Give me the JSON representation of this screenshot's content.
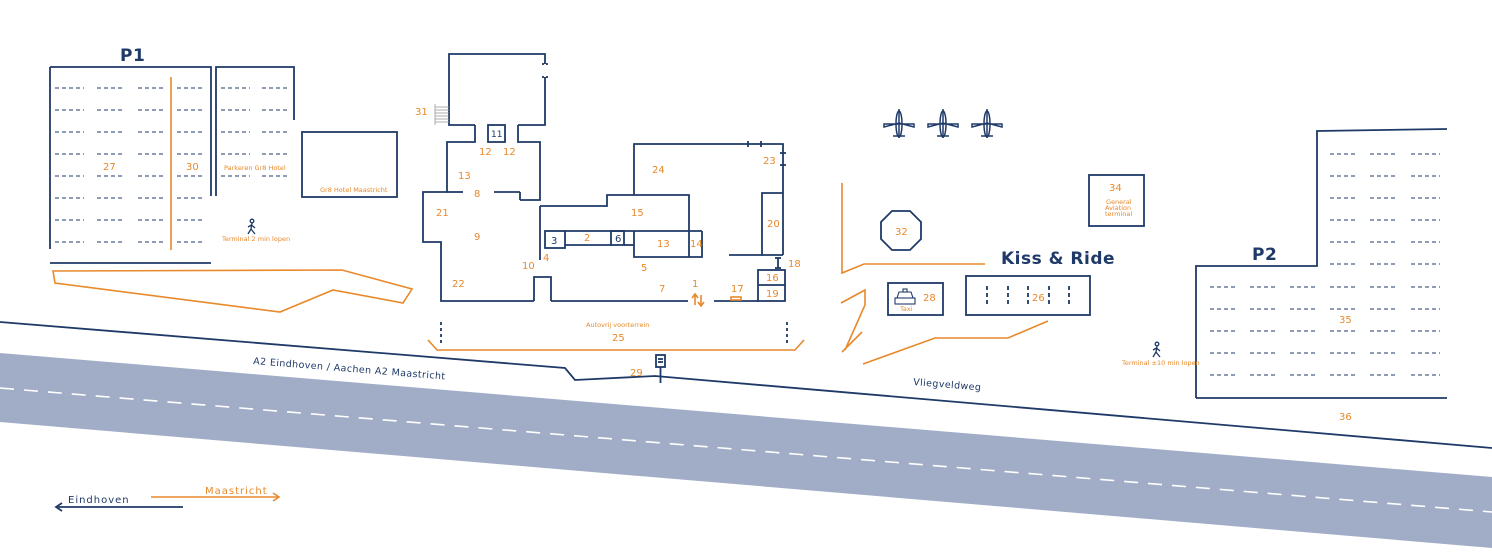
{
  "colors": {
    "navy": "#1f3a68",
    "orange": "#e8892b",
    "road": "#a1adc6",
    "background": "#ffffff"
  },
  "parking": {
    "p1": "P1",
    "p2": "P2",
    "kiss_and_ride": "Kiss & Ride"
  },
  "labels": {
    "parkeren_gr8": "Parkeren Gr8 Hotel",
    "gr8_hotel": "Gr8 Hotel Maastricht",
    "terminal_walk_2": "Terminal 2 min lopen",
    "terminal_walk_10": "Terminal ±10 min lopen",
    "autovrij": "Autovrij voorterrein",
    "general_aviation_1": "General",
    "general_aviation_2": "Aviation",
    "general_aviation_3": "terminal",
    "taxi": "Taxi"
  },
  "roads": {
    "a2": "A2 Eindhoven / Aachen  A2 Maastricht",
    "vliegveldweg": "Vliegveldweg"
  },
  "directions": {
    "eindhoven": "Eindhoven",
    "maastricht": "Maastricht"
  },
  "numbers": {
    "n1": "1",
    "n2": "2",
    "n3": "3",
    "n4": "4",
    "n5": "5",
    "n6": "6",
    "n7": "7",
    "n8": "8",
    "n9": "9",
    "n10": "10",
    "n11": "11",
    "n12": "12",
    "n13": "13",
    "n14": "14",
    "n15": "15",
    "n16": "16",
    "n17": "17",
    "n18": "18",
    "n19": "19",
    "n20": "20",
    "n21": "21",
    "n22": "22",
    "n23": "23",
    "n24": "24",
    "n25": "25",
    "n26": "26",
    "n27": "27",
    "n28": "28",
    "n29": "29",
    "n30": "30",
    "n31": "31",
    "n32": "32",
    "n34": "34",
    "n35": "35",
    "n36": "36"
  },
  "icons": [
    "airplane-icon",
    "walking-person-icon",
    "taxi-car-icon",
    "bus-stop-icon",
    "elevator-arrows-icon"
  ]
}
